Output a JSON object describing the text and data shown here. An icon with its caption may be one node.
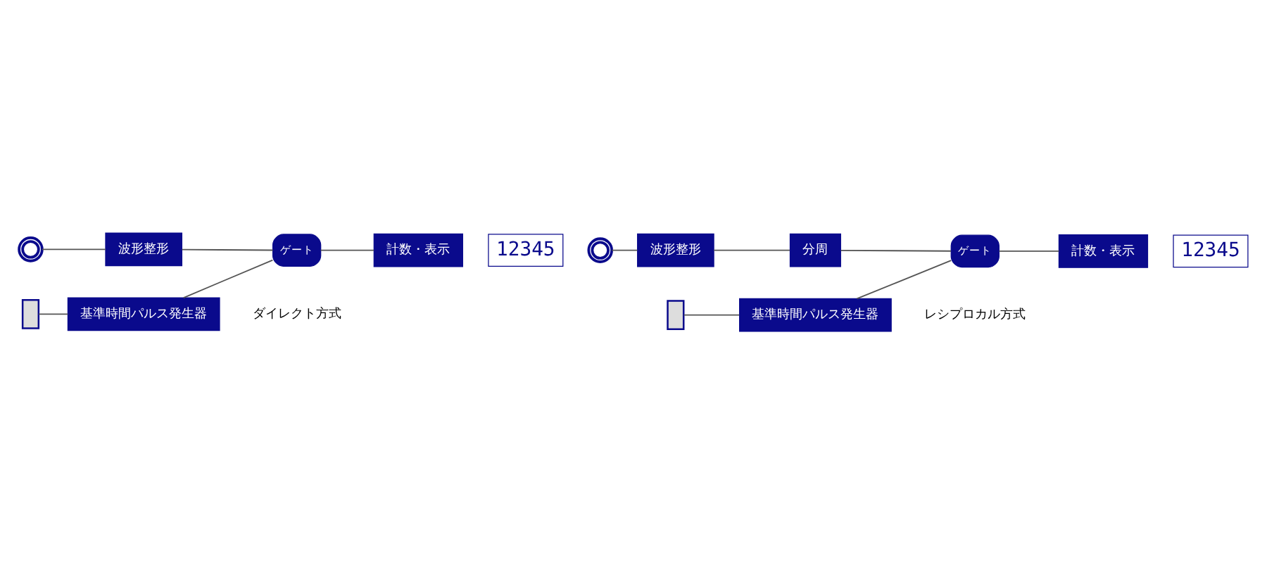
{
  "diagram": {
    "nodes": [
      {
        "text": [],
        "shape": "circle"
      },
      {
        "text": [
          "波形整形"
        ]
      },
      {
        "text": [
          "ゲート"
        ]
      },
      {
        "text": [
          "計数・表示"
        ]
      },
      {
        "text": [
          "12345"
        ]
      },
      {
        "text": [],
        "shape": "box"
      },
      {
        "text": [
          "基準時間パルス発生器"
        ]
      },
      {
        "text": [],
        "shape": "circle"
      },
      {
        "text": [
          "波形整形"
        ]
      },
      {
        "text": [
          "分周"
        ]
      },
      {
        "text": [
          "ゲート"
        ]
      },
      {
        "text": [
          "計数・表示"
        ]
      },
      {
        "text": [
          "12345"
        ]
      },
      {
        "text": [],
        "shape": "box"
      },
      {
        "text": [
          "基準時間パルス発生器"
        ]
      }
    ],
    "edges": [
      {
        "from": 0,
        "to": 1,
        "arrow": "none"
      },
      {
        "from": 1,
        "to": 2,
        "arrow": "none"
      },
      {
        "from": 2,
        "to": 3,
        "arrow": "none"
      },
      {
        "from": 6,
        "to": 2,
        "arrow": "none"
      },
      {
        "from": 5,
        "to": 6,
        "arrow": "none"
      },
      {
        "from": 7,
        "to": 8,
        "arrow": "none"
      },
      {
        "from": 8,
        "to": 9,
        "arrow": "none"
      },
      {
        "from": 9,
        "to": 10,
        "arrow": "none"
      },
      {
        "from": 10,
        "to": 11,
        "arrow": "none"
      },
      {
        "from": 14,
        "to": 10,
        "arrow": "none"
      },
      {
        "from": 13,
        "to": 14,
        "arrow": "none"
      }
    ],
    "labels": [
      "ダイレクト方式",
      "レシプロカル方式"
    ]
  }
}
